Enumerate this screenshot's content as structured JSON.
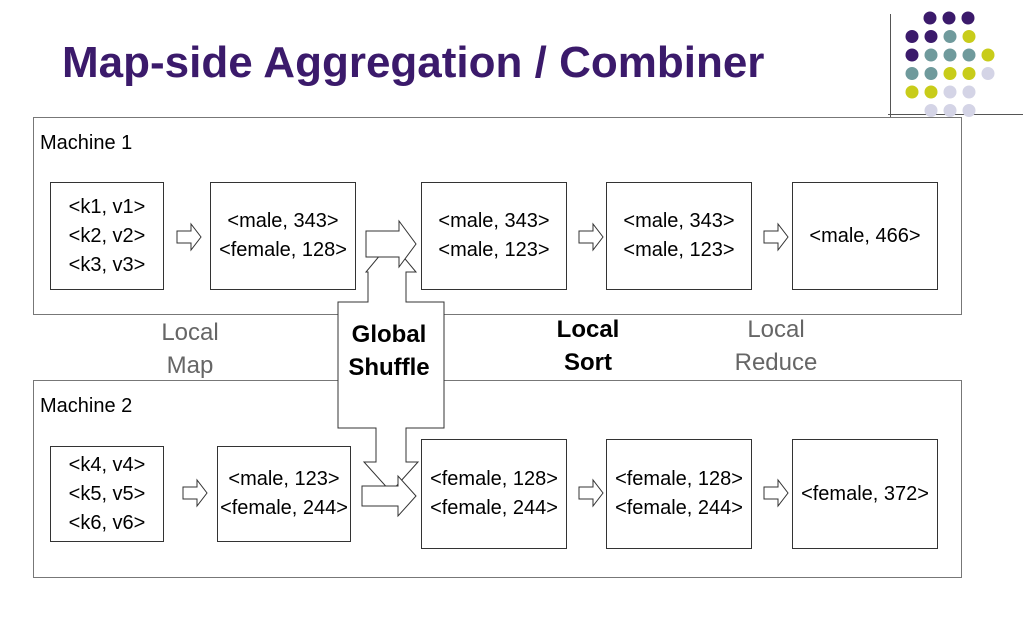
{
  "title": "Map-side Aggregation / Combiner",
  "machines": [
    {
      "label": "Machine 1",
      "boxes": [
        {
          "lines": [
            "<k1, v1>",
            "<k2, v2>",
            "<k3, v3>"
          ]
        },
        {
          "lines": [
            "<male, 343>",
            "<female, 128>"
          ]
        },
        {
          "lines": [
            "<male, 343>",
            "<male, 123>"
          ]
        },
        {
          "lines": [
            "<male, 343>",
            "<male, 123>"
          ]
        },
        {
          "lines": [
            "<male, 466>"
          ]
        }
      ]
    },
    {
      "label": "Machine 2",
      "boxes": [
        {
          "lines": [
            "<k4, v4>",
            "<k5, v5>",
            "<k6, v6>"
          ]
        },
        {
          "lines": [
            "<male, 123>",
            "<female, 244>"
          ]
        },
        {
          "lines": [
            "<female, 128>",
            "<female, 244>"
          ]
        },
        {
          "lines": [
            "<female, 128>",
            "<female, 244>"
          ]
        },
        {
          "lines": [
            "<female, 372>"
          ]
        }
      ]
    }
  ],
  "stages": {
    "local_map": [
      "Local",
      "Map"
    ],
    "global_shuffle": [
      "Global",
      "Shuffle"
    ],
    "local_sort": [
      "Local",
      "Sort"
    ],
    "local_reduce": [
      "Local",
      "Reduce"
    ]
  },
  "colors": {
    "title": "#3b1a6b",
    "dot_purple": "#3b1a6b",
    "dot_teal": "#6f9a9c",
    "dot_yellow": "#c8cc1a",
    "dot_lavender": "#d4d4e6"
  }
}
